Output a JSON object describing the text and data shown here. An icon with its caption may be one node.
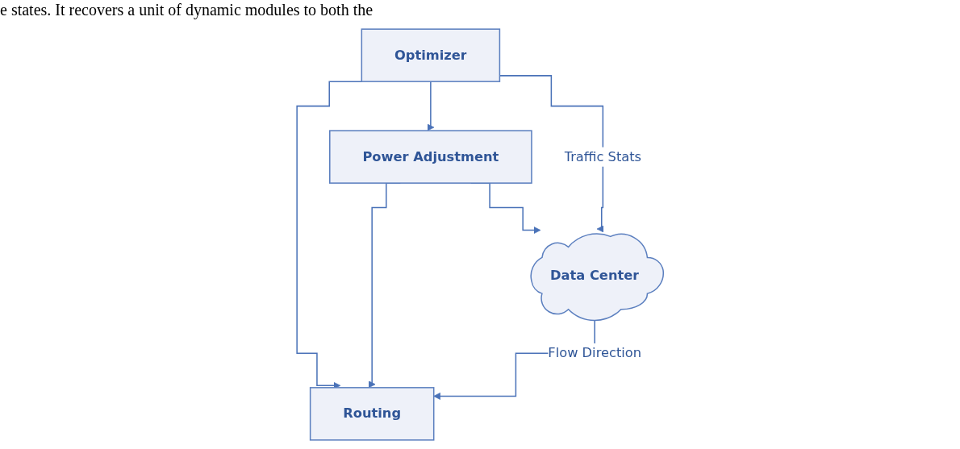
{
  "diagram": {
    "nodes": [
      {
        "text": [
          "Routing"
        ]
      },
      {
        "text": [
          "Optimizer"
        ]
      },
      {
        "text": [
          "Power Adjustment"
        ]
      },
      {
        "text": [
          "Data Center"
        ]
      }
    ],
    "edges": [
      {
        "from": 1,
        "to": 0,
        "arrow": "to"
      },
      {
        "from": 1,
        "to": 2,
        "arrow": "to"
      },
      {
        "from": 2,
        "to": 0,
        "arrow": "to"
      },
      {
        "from": 2,
        "to": 3,
        "arrow": "to"
      },
      {
        "from": 3,
        "to": 0,
        "arrow": "to",
        "label": "Flow Direction"
      },
      {
        "from": 1,
        "to": 3,
        "arrow": "to",
        "label": "Traffic Stats"
      }
    ],
    "labels": [
      "e states. It recovers a unit of dynamic modules to both the"
    ]
  }
}
